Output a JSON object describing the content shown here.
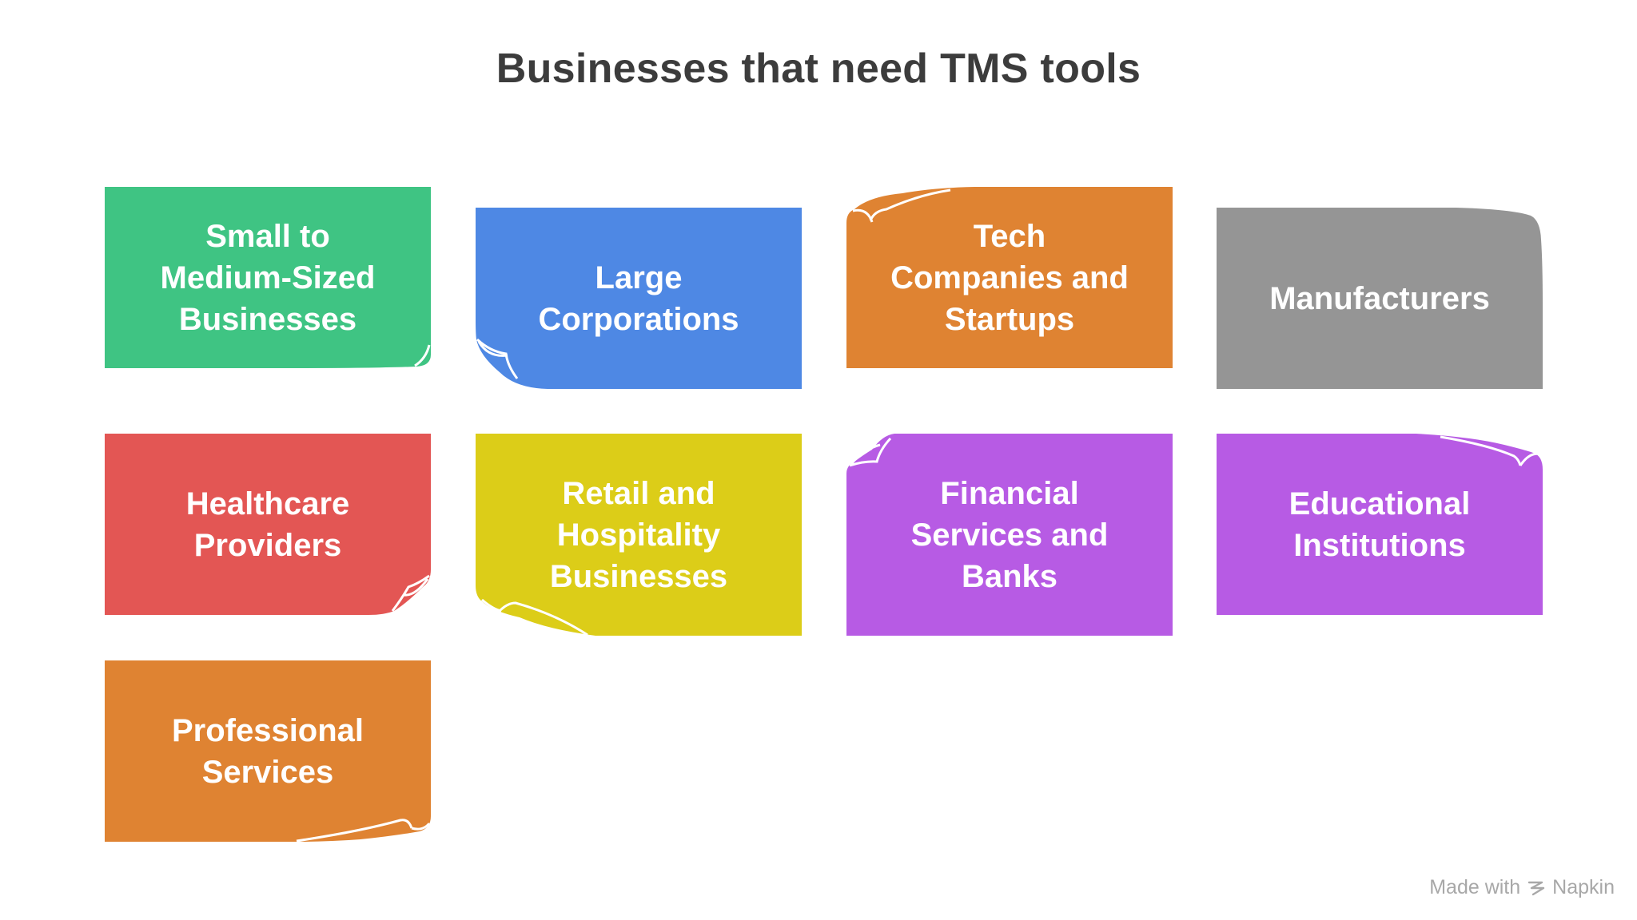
{
  "title": "Businesses that need TMS tools",
  "colors": {
    "green": "#3fc483",
    "blue": "#4e88e4",
    "orange": "#df8332",
    "gray": "#959595",
    "red": "#e35654",
    "yellow": "#dccd18",
    "purple": "#b75be4"
  },
  "cards": [
    {
      "label": "Small to\nMedium-Sized\nBusinesses",
      "color": "#3fc483"
    },
    {
      "label": "Large\nCorporations",
      "color": "#4e88e4"
    },
    {
      "label": "Tech\nCompanies and\nStartups",
      "color": "#df8332"
    },
    {
      "label": "Manufacturers",
      "color": "#959595"
    },
    {
      "label": "Healthcare\nProviders",
      "color": "#e35654"
    },
    {
      "label": "Retail and\nHospitality\nBusinesses",
      "color": "#dccd18"
    },
    {
      "label": "Financial\nServices and\nBanks",
      "color": "#b75be4"
    },
    {
      "label": "Educational\nInstitutions",
      "color": "#b75be4"
    },
    {
      "label": "Professional\nServices",
      "color": "#df8332"
    }
  ],
  "footer": {
    "made_with": "Made with",
    "brand": "Napkin",
    "icon": "napkin-logo-icon"
  }
}
